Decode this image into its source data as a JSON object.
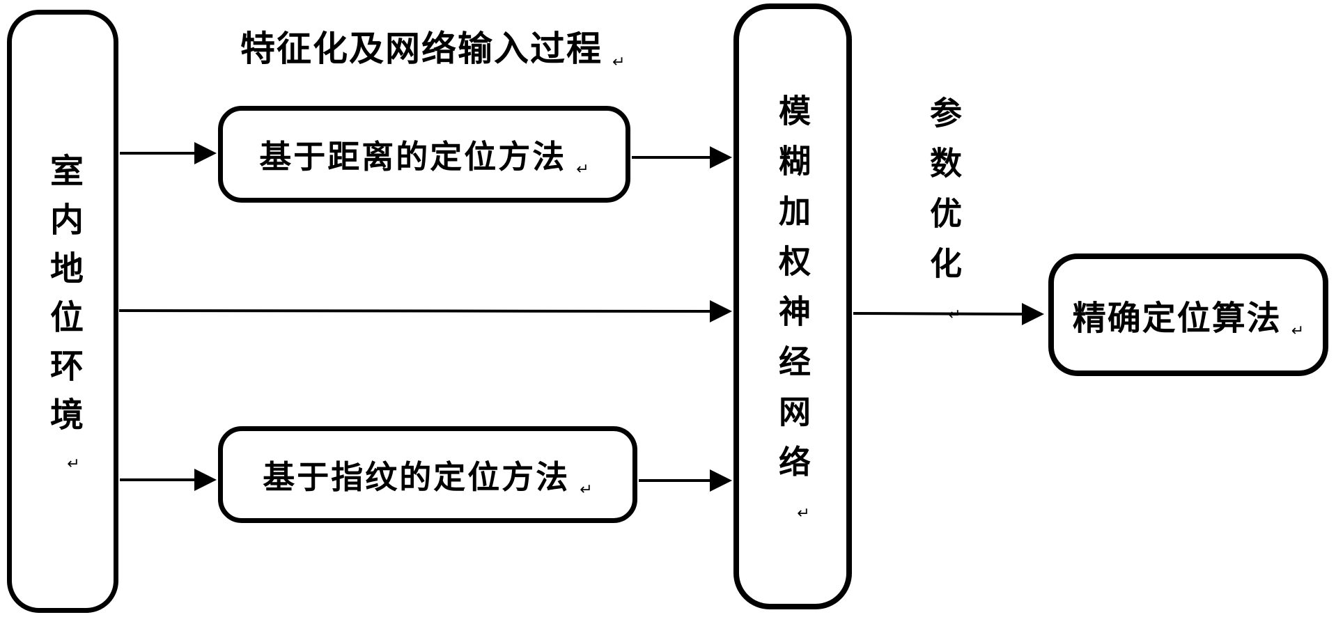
{
  "diagram": {
    "caption": "特征化及网络输入过程",
    "paragraph_mark": "↵",
    "colors": {
      "stroke": "#000000",
      "background": "#ffffff"
    },
    "nodes": {
      "environment": {
        "label": "室内地位环境",
        "orientation": "vertical"
      },
      "distance_method": {
        "label": "基于距离的定位方法",
        "orientation": "horizontal"
      },
      "fingerprint_method": {
        "label": "基于指纹的定位方法",
        "orientation": "horizontal"
      },
      "fuzzy_network": {
        "label": "模糊加权神经网络",
        "orientation": "vertical"
      },
      "precise_algorithm": {
        "label": "精确定位算法",
        "orientation": "horizontal"
      }
    },
    "edge_labels": {
      "parameter_optimization": "参数优化"
    },
    "edges": [
      {
        "from": "environment",
        "to": "distance_method"
      },
      {
        "from": "environment",
        "to": "fuzzy_network"
      },
      {
        "from": "environment",
        "to": "fingerprint_method"
      },
      {
        "from": "distance_method",
        "to": "fuzzy_network"
      },
      {
        "from": "fingerprint_method",
        "to": "fuzzy_network"
      },
      {
        "from": "fuzzy_network",
        "to": "precise_algorithm",
        "label": "参数优化"
      }
    ]
  }
}
